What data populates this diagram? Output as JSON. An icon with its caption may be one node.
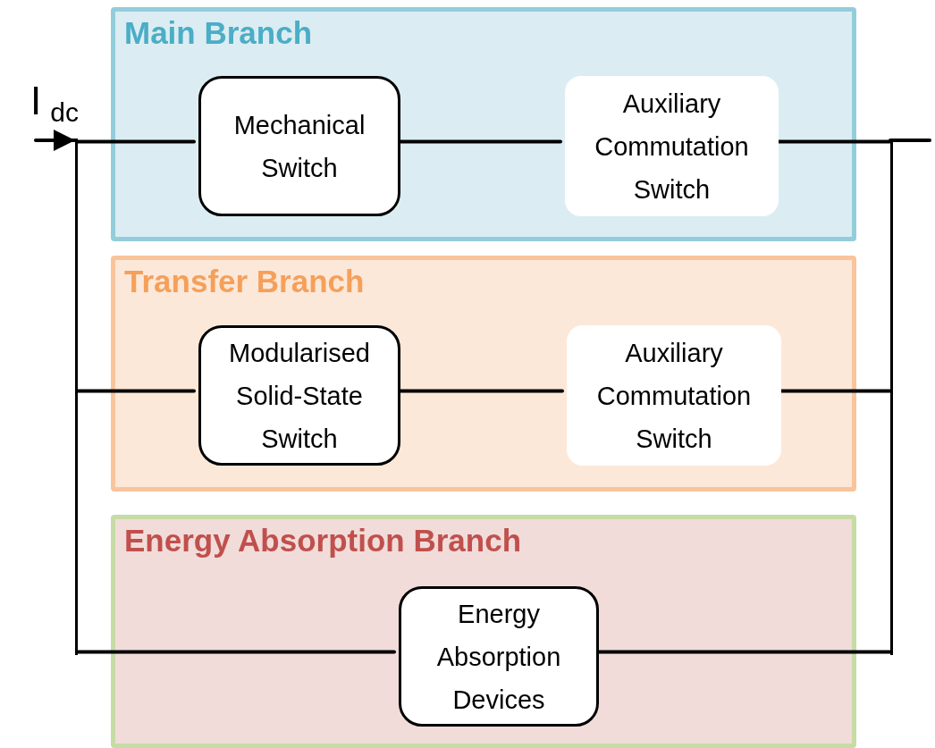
{
  "diagram": {
    "nodes": [
      {
        "text": [
          "Main Branch"
        ]
      },
      {
        "text": [
          "Mechanical Switch"
        ],
        "in": 0
      },
      {
        "text": [
          "Auxiliary Commutation Switch"
        ],
        "in": 0
      },
      {
        "text": [
          "Transfer Branch"
        ]
      },
      {
        "text": [
          "Modularised Solid-State Switch"
        ],
        "in": 3
      },
      {
        "text": [
          "Auxiliary Commutation Switch"
        ],
        "in": 3
      },
      {
        "text": [
          "Energy Absorption Branch"
        ]
      },
      {
        "text": [
          "Energy Absorption Devices"
        ],
        "in": 6
      },
      {
        "text": [],
        "shape": "bar"
      },
      {
        "text": [],
        "shape": "bar"
      }
    ],
    "edges": [
      {
        "from": null,
        "to": 8,
        "arrow": "to",
        "label": "I$_{dc}$"
      },
      {
        "from": 8,
        "to": 1,
        "arrow": "none"
      },
      {
        "from": 1,
        "to": 2,
        "arrow": "none"
      },
      {
        "from": 2,
        "to": 9,
        "arrow": "none"
      },
      {
        "from": 8,
        "to": 4,
        "arrow": "none"
      },
      {
        "from": 4,
        "to": 5,
        "arrow": "none"
      },
      {
        "from": 5,
        "to": 9,
        "arrow": "none"
      },
      {
        "from": 8,
        "to": 7,
        "arrow": "none"
      },
      {
        "from": 7,
        "to": 9,
        "arrow": "none"
      },
      {
        "from": 9,
        "to": null,
        "arrow": "none"
      }
    ]
  }
}
